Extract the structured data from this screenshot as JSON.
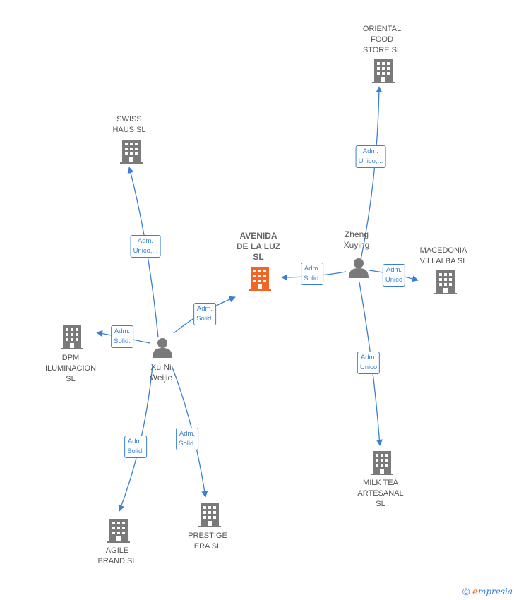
{
  "colors": {
    "edge": "#3a80d2",
    "building": "#7a7a7a",
    "main_building": "#f26522",
    "person": "#7a7a7a"
  },
  "nodes": {
    "avenida": {
      "label": "AVENIDA\nDE LA LUZ\nSL",
      "icon": "building-icon"
    },
    "swiss": {
      "label": "SWISS\nHAUS  SL",
      "icon": "building-icon"
    },
    "oriental": {
      "label": "ORIENTAL\nFOOD\nSTORE  SL",
      "icon": "building-icon"
    },
    "macedonia": {
      "label": "MACEDONIA\nVILLALBA  SL",
      "icon": "building-icon"
    },
    "dpm": {
      "label": "DPM\nILUMINACION\nSL",
      "icon": "building-icon"
    },
    "milktea": {
      "label": "MILK TEA\nARTESANAL\nSL",
      "icon": "building-icon"
    },
    "agile": {
      "label": "AGILE\nBRAND  SL",
      "icon": "building-icon"
    },
    "prestige": {
      "label": "PRESTIGE\nERA  SL",
      "icon": "building-icon"
    }
  },
  "persons": {
    "xuni": {
      "label": "Xu Ni\nWeijie",
      "icon": "person-icon"
    },
    "zheng": {
      "label": "Zheng\nXuying",
      "icon": "person-icon"
    }
  },
  "edges": [
    {
      "id": "xuni-swiss",
      "label": "Adm.\nUnico,..."
    },
    {
      "id": "xuni-avenida",
      "label": "Adm.\nSolid."
    },
    {
      "id": "xuni-dpm",
      "label": "Adm.\nSolid."
    },
    {
      "id": "xuni-agile",
      "label": "Adm.\nSolid."
    },
    {
      "id": "xuni-prestige",
      "label": "Adm.\nSolid."
    },
    {
      "id": "zheng-oriental",
      "label": "Adm.\nUnico,..."
    },
    {
      "id": "zheng-avenida",
      "label": "Adm.\nSolid."
    },
    {
      "id": "zheng-macedonia",
      "label": "Adm.\nUnico"
    },
    {
      "id": "zheng-milktea",
      "label": "Adm.\nUnico"
    }
  ],
  "footer": {
    "copyright": "©",
    "brand_initial": "e",
    "brand_rest": "mpresia"
  }
}
